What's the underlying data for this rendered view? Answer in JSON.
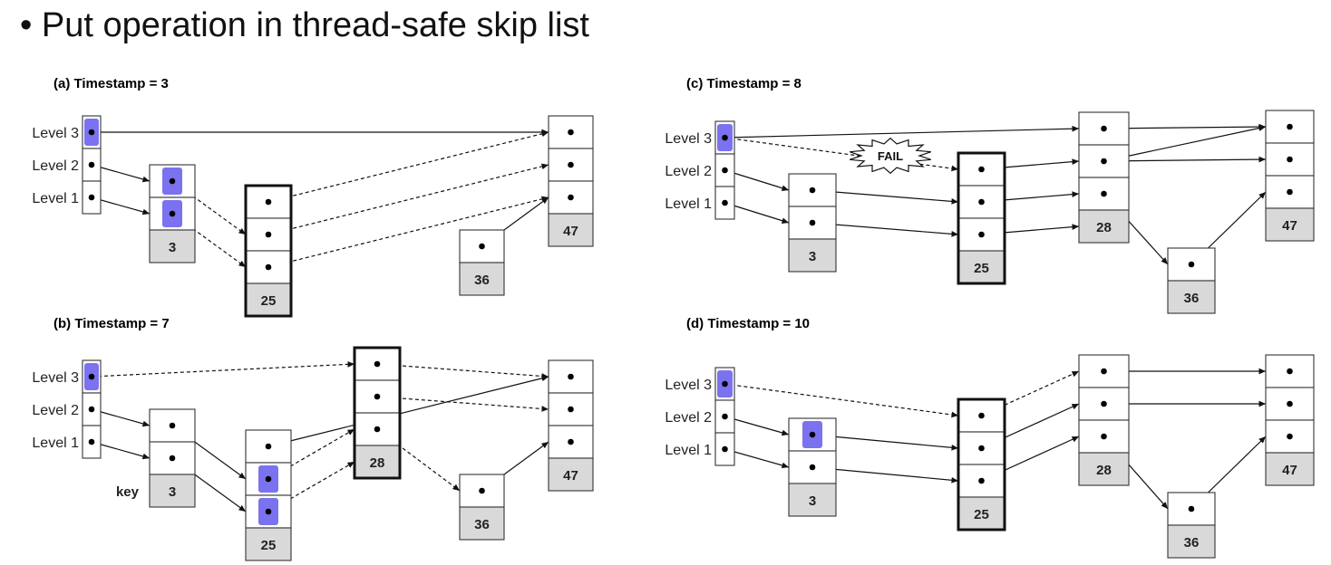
{
  "title": "• Put operation in thread-safe skip list",
  "level_labels": [
    "Level 3",
    "Level 2",
    "Level 1"
  ],
  "annotations": {
    "key_label": "key",
    "fail_label": "FAIL"
  },
  "panels": [
    {
      "id": "a",
      "label": "(a) Timestamp = 3",
      "nodes": [
        {
          "key": "",
          "height": 3,
          "hl": [
            0
          ]
        },
        {
          "key": "3",
          "height": 2,
          "hl": [
            0,
            1
          ]
        },
        {
          "key": "25",
          "height": 3,
          "thick": true
        },
        {
          "key": "36",
          "height": 1
        },
        {
          "key": "47",
          "height": 3
        }
      ],
      "edges": [
        {
          "from": [
            0,
            0
          ],
          "to": [
            4,
            0
          ]
        },
        {
          "from": [
            0,
            1
          ],
          "to": [
            1,
            0
          ]
        },
        {
          "from": [
            0,
            2
          ],
          "to": [
            1,
            1
          ]
        },
        {
          "from": [
            1,
            0
          ],
          "to": [
            2,
            1
          ],
          "dashed": true
        },
        {
          "from": [
            1,
            1
          ],
          "to": [
            2,
            2
          ],
          "dashed": true
        },
        {
          "from": [
            2,
            0
          ],
          "to": [
            4,
            0
          ],
          "dashed": true
        },
        {
          "from": [
            2,
            1
          ],
          "to": [
            4,
            1
          ],
          "dashed": true
        },
        {
          "from": [
            2,
            2
          ],
          "to": [
            4,
            2
          ],
          "dashed": true
        },
        {
          "from": [
            3,
            0
          ],
          "to": [
            4,
            2
          ]
        }
      ]
    },
    {
      "id": "b",
      "label": "(b) Timestamp = 7",
      "key_caption": true,
      "nodes": [
        {
          "key": "",
          "height": 3,
          "hl": [
            0
          ]
        },
        {
          "key": "3",
          "height": 2
        },
        {
          "key": "25",
          "height": 3,
          "hl": [
            1,
            2
          ]
        },
        {
          "key": "28",
          "height": 3,
          "thick": true
        },
        {
          "key": "36",
          "height": 1
        },
        {
          "key": "47",
          "height": 3
        }
      ],
      "edges": [
        {
          "from": [
            0,
            0
          ],
          "to": [
            3,
            0
          ],
          "dashed": true
        },
        {
          "from": [
            0,
            1
          ],
          "to": [
            1,
            0
          ]
        },
        {
          "from": [
            0,
            2
          ],
          "to": [
            1,
            1
          ]
        },
        {
          "from": [
            1,
            0
          ],
          "to": [
            2,
            1
          ]
        },
        {
          "from": [
            1,
            1
          ],
          "to": [
            2,
            2
          ]
        },
        {
          "from": [
            2,
            0
          ],
          "to": [
            5,
            0
          ]
        },
        {
          "from": [
            2,
            1
          ],
          "to": [
            3,
            2
          ],
          "dashed": true
        },
        {
          "from": [
            2,
            2
          ],
          "to": [
            3,
            3
          ],
          "dashed": true
        },
        {
          "from": [
            3,
            0
          ],
          "to": [
            5,
            0
          ],
          "dashed": true
        },
        {
          "from": [
            3,
            1
          ],
          "to": [
            5,
            1
          ],
          "dashed": true
        },
        {
          "from": [
            3,
            2
          ],
          "to": [
            4,
            0
          ],
          "dashed": true
        },
        {
          "from": [
            4,
            0
          ],
          "to": [
            5,
            2
          ]
        }
      ]
    },
    {
      "id": "c",
      "label": "(c) Timestamp = 8",
      "fail": true,
      "nodes": [
        {
          "key": "",
          "height": 3,
          "hl": [
            0
          ]
        },
        {
          "key": "3",
          "height": 2
        },
        {
          "key": "25",
          "height": 3,
          "thick": true
        },
        {
          "key": "28",
          "height": 3
        },
        {
          "key": "36",
          "height": 1
        },
        {
          "key": "47",
          "height": 3
        }
      ],
      "edges": [
        {
          "from": [
            0,
            0
          ],
          "to": [
            3,
            0
          ]
        },
        {
          "from": [
            0,
            0
          ],
          "to": [
            2,
            0
          ],
          "dashed": true
        },
        {
          "from": [
            0,
            1
          ],
          "to": [
            1,
            0
          ]
        },
        {
          "from": [
            0,
            2
          ],
          "to": [
            1,
            1
          ]
        },
        {
          "from": [
            1,
            0
          ],
          "to": [
            2,
            1
          ]
        },
        {
          "from": [
            1,
            1
          ],
          "to": [
            2,
            2
          ]
        },
        {
          "from": [
            2,
            0
          ],
          "to": [
            3,
            1
          ]
        },
        {
          "from": [
            2,
            1
          ],
          "to": [
            3,
            2
          ]
        },
        {
          "from": [
            2,
            2
          ],
          "to": [
            3,
            3
          ]
        },
        {
          "from": [
            3,
            0
          ],
          "to": [
            5,
            0
          ]
        },
        {
          "from": [
            3,
            1
          ],
          "to": [
            5,
            0
          ]
        },
        {
          "from": [
            3,
            1
          ],
          "to": [
            5,
            1
          ]
        },
        {
          "from": [
            3,
            2
          ],
          "to": [
            4,
            0
          ]
        },
        {
          "from": [
            4,
            0
          ],
          "to": [
            5,
            2
          ]
        }
      ]
    },
    {
      "id": "d",
      "label": "(d) Timestamp = 10",
      "nodes": [
        {
          "key": "",
          "height": 3,
          "hl": [
            0
          ]
        },
        {
          "key": "3",
          "height": 2,
          "hl": [
            0
          ]
        },
        {
          "key": "25",
          "height": 3,
          "thick": true
        },
        {
          "key": "28",
          "height": 3
        },
        {
          "key": "36",
          "height": 1
        },
        {
          "key": "47",
          "height": 3
        }
      ],
      "edges": [
        {
          "from": [
            0,
            0
          ],
          "to": [
            2,
            0
          ],
          "dashed": true
        },
        {
          "from": [
            0,
            1
          ],
          "to": [
            1,
            0
          ]
        },
        {
          "from": [
            0,
            2
          ],
          "to": [
            1,
            1
          ]
        },
        {
          "from": [
            1,
            0
          ],
          "to": [
            2,
            1
          ]
        },
        {
          "from": [
            1,
            1
          ],
          "to": [
            2,
            2
          ]
        },
        {
          "from": [
            2,
            0
          ],
          "to": [
            3,
            0
          ],
          "dashed": true
        },
        {
          "from": [
            2,
            1
          ],
          "to": [
            3,
            1
          ]
        },
        {
          "from": [
            2,
            2
          ],
          "to": [
            3,
            2
          ]
        },
        {
          "from": [
            3,
            0
          ],
          "to": [
            5,
            0
          ]
        },
        {
          "from": [
            3,
            1
          ],
          "to": [
            5,
            1
          ]
        },
        {
          "from": [
            3,
            2
          ],
          "to": [
            4,
            0
          ]
        },
        {
          "from": [
            4,
            0
          ],
          "to": [
            5,
            2
          ]
        }
      ]
    }
  ]
}
